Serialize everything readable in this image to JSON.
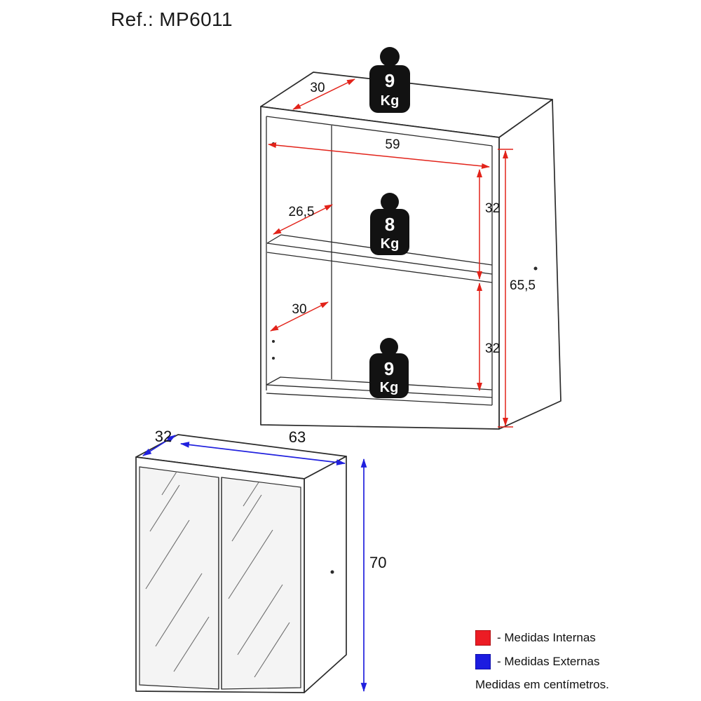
{
  "title": "Ref.: MP6011",
  "open_cabinet": {
    "weights": [
      {
        "value": "9",
        "unit": "Kg"
      },
      {
        "value": "8",
        "unit": "Kg"
      },
      {
        "value": "9",
        "unit": "Kg"
      }
    ],
    "dims": {
      "top_depth": "30",
      "inner_width": "59",
      "upper_inner_height": "32",
      "shelf_depth": "26,5",
      "lower_inner_height": "32",
      "bottom_depth": "30",
      "side_height": "65,5"
    }
  },
  "closed_cabinet": {
    "dims": {
      "depth": "32",
      "width": "63",
      "height": "70"
    }
  },
  "legend": {
    "internal": {
      "color": "#ec1c24",
      "label": "- Medidas Internas"
    },
    "external": {
      "color": "#1c1ce0",
      "label": "- Medidas Externas"
    },
    "note": "Medidas em centímetros."
  }
}
